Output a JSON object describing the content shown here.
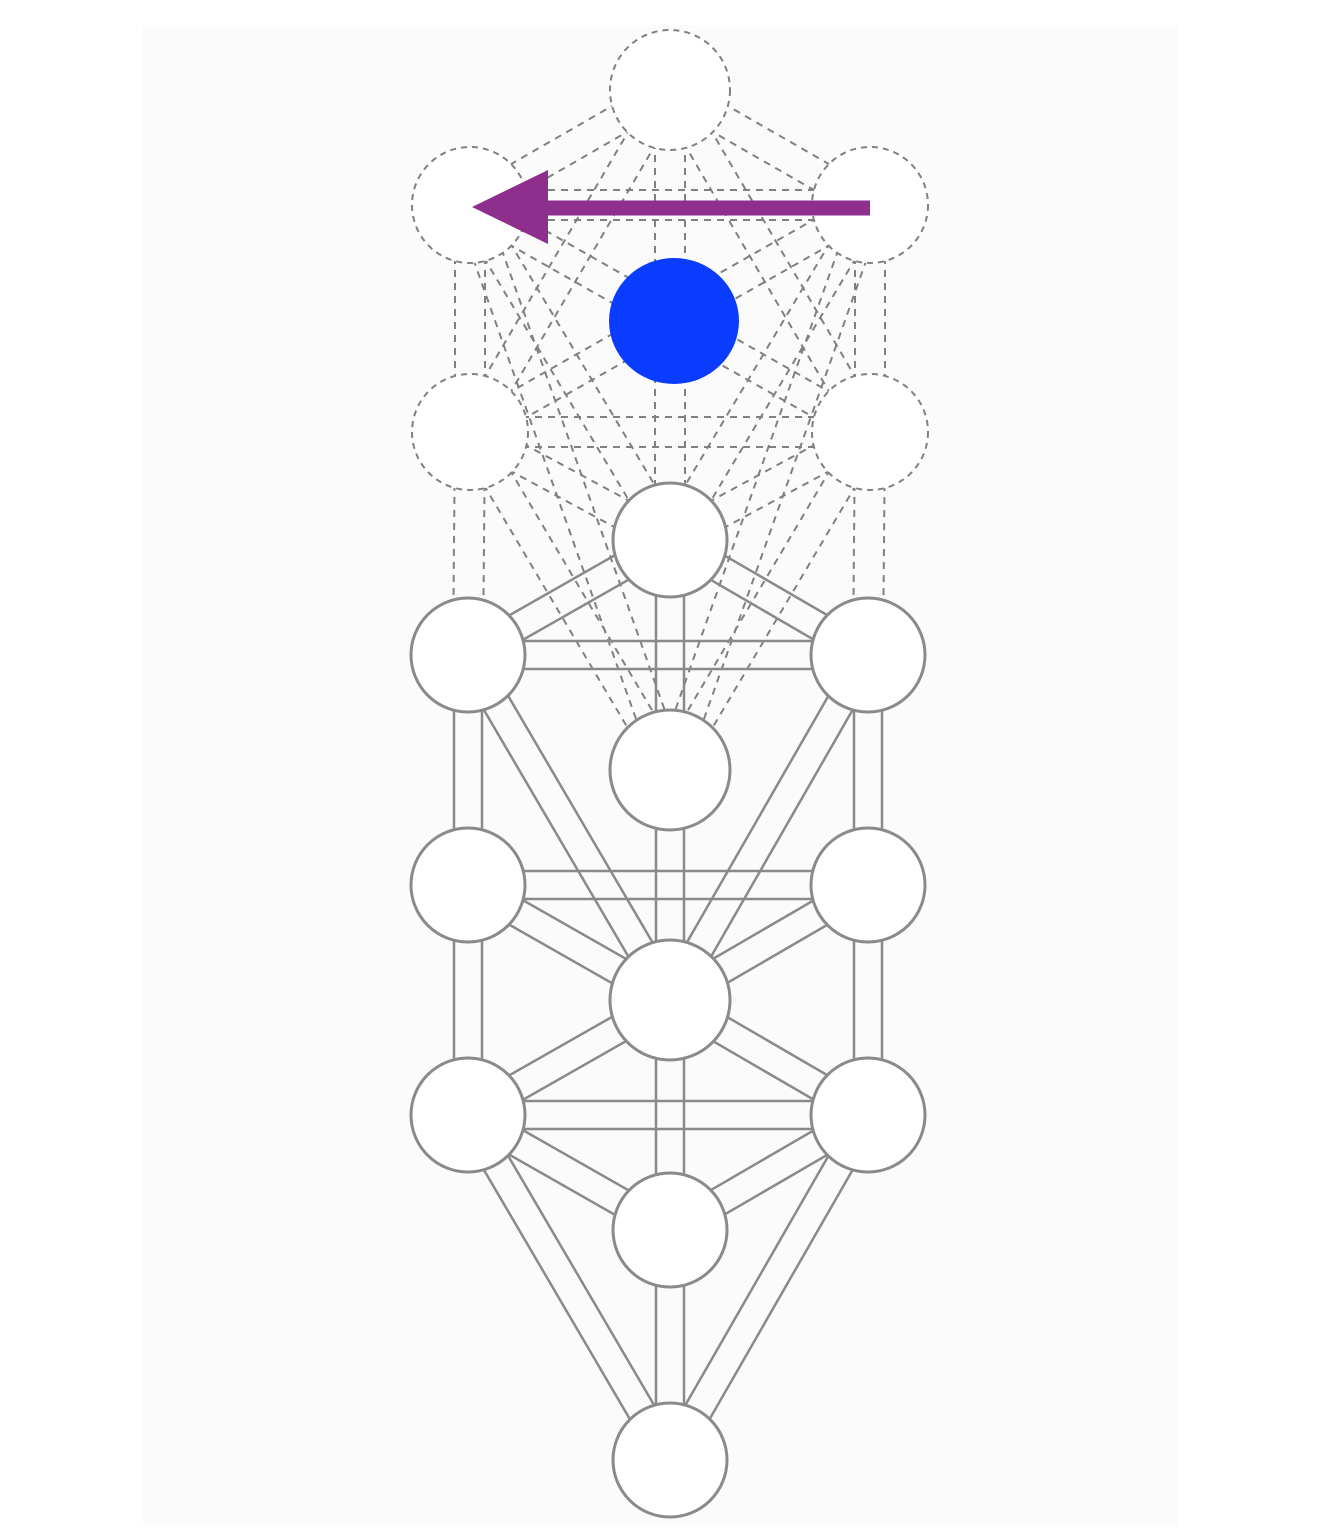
{
  "colors": {
    "background": "#ffffff",
    "panel": "#fbfbfb",
    "node_fill": "#ffffff",
    "solid_stroke": "#8a8a8a",
    "dashed_stroke": "#808080",
    "marker_dot": "#0a3cff",
    "arrow": "#8e2f8e"
  },
  "diagram": {
    "nodes": [
      {
        "id": "top-crown",
        "style": "dashed"
      },
      {
        "id": "upper-left",
        "style": "dashed"
      },
      {
        "id": "upper-right",
        "style": "dashed"
      },
      {
        "id": "mid-left-dashed",
        "style": "dashed"
      },
      {
        "id": "mid-right-dashed",
        "style": "dashed"
      },
      {
        "id": "apex",
        "style": "solid"
      },
      {
        "id": "left-1",
        "style": "solid"
      },
      {
        "id": "right-1",
        "style": "solid"
      },
      {
        "id": "center-upper",
        "style": "solid"
      },
      {
        "id": "left-2",
        "style": "solid"
      },
      {
        "id": "right-2",
        "style": "solid"
      },
      {
        "id": "center-middle",
        "style": "solid"
      },
      {
        "id": "left-3",
        "style": "solid"
      },
      {
        "id": "right-3",
        "style": "solid"
      },
      {
        "id": "center-lower",
        "style": "solid"
      },
      {
        "id": "base",
        "style": "solid"
      }
    ],
    "marker": {
      "shape": "filled-circle",
      "color": "#0a3cff"
    },
    "arrow": {
      "direction": "left",
      "color": "#8e2f8e",
      "from": "upper-right",
      "to": "upper-left"
    }
  }
}
